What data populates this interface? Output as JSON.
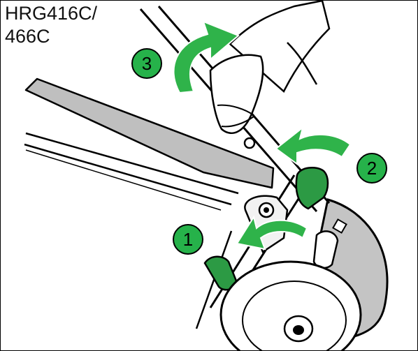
{
  "model_label": {
    "line1": "HRG416C/",
    "line2": "466C"
  },
  "steps": [
    {
      "number": "1",
      "action": "rotate-lever"
    },
    {
      "number": "2",
      "action": "rotate-knob"
    },
    {
      "number": "3",
      "action": "rotate-handle"
    }
  ],
  "colors": {
    "step_green": "#26b24a",
    "arrow_green": "#2fb34a",
    "deck_gray": "#bfbfbf",
    "line": "#000000"
  }
}
